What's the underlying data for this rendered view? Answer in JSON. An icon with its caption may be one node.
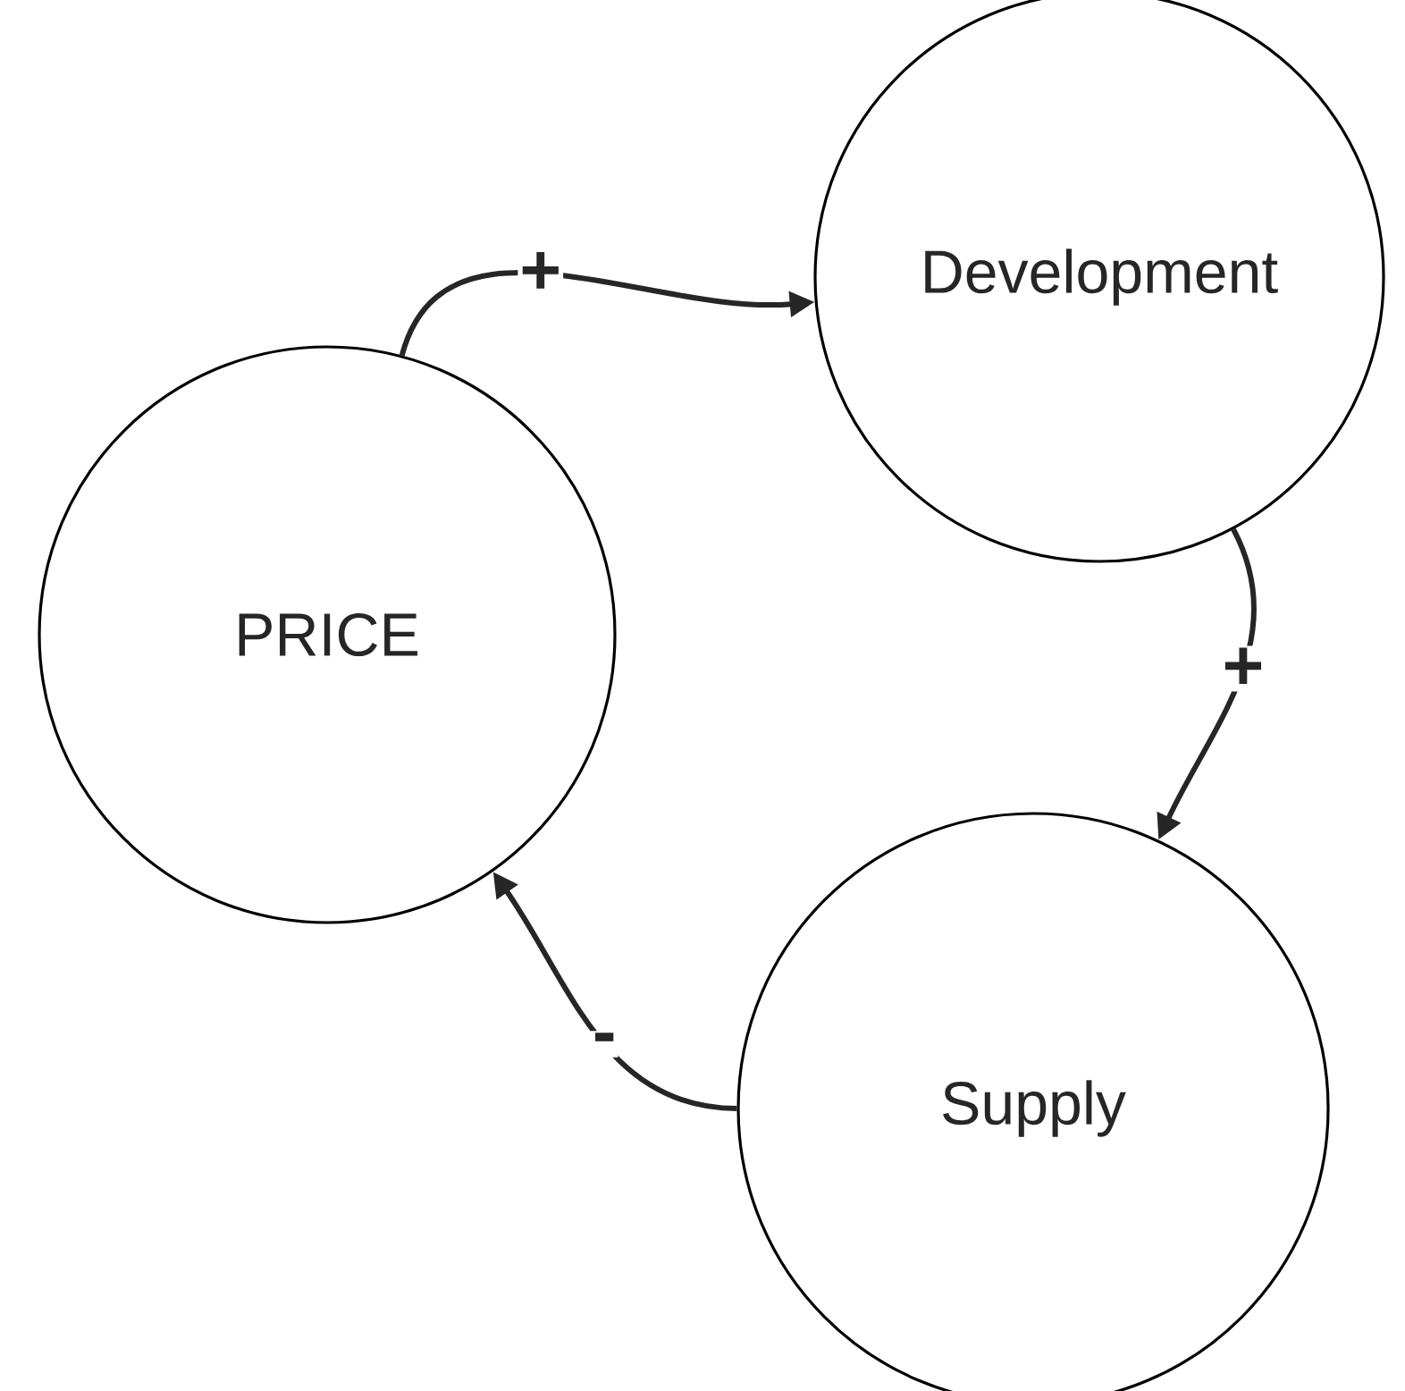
{
  "diagram": {
    "nodes": [
      {
        "text": [
          "PRICE"
        ]
      },
      {
        "text": [
          "Development"
        ]
      },
      {
        "text": [
          "Supply"
        ]
      }
    ],
    "edges": [
      {
        "from": 0,
        "to": 1,
        "arrow": "to",
        "label": "+"
      },
      {
        "from": 1,
        "to": 2,
        "arrow": "to",
        "label": "+"
      },
      {
        "from": 2,
        "to": 0,
        "arrow": "to",
        "label": "-"
      }
    ]
  }
}
